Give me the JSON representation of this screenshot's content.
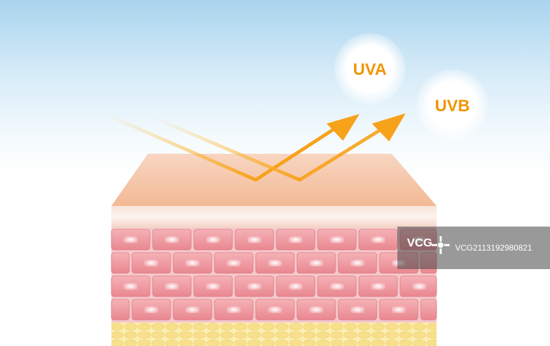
{
  "bubbles": {
    "uva": "UVA",
    "uvb": "UVB"
  },
  "watermark": {
    "logo": "VCG",
    "id": "VCG21131929808​21"
  },
  "colors": {
    "ray": "#f7a21b",
    "label": "#f29400",
    "skin_top": "#f5c4a4",
    "cell": "#ef9aa0",
    "fat": "#f7e49a"
  }
}
